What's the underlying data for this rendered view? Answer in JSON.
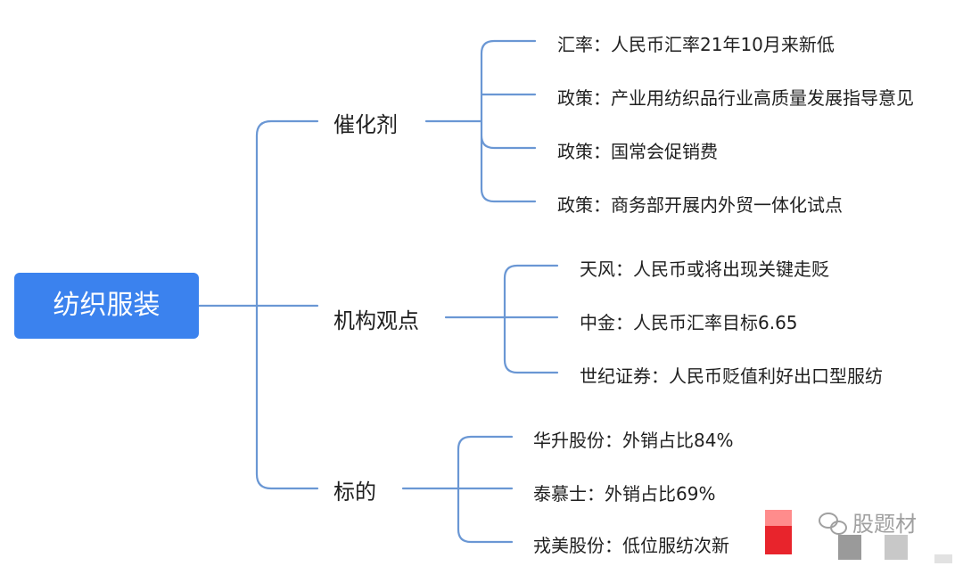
{
  "root": {
    "label": "纺织服装"
  },
  "branches": [
    {
      "label": "催化剂",
      "leaves": [
        "汇率：人民币汇率21年10月来新低",
        "政策：产业用纺织品行业高质量发展指导意见",
        "政策：国常会促销费",
        "政策：商务部开展内外贸一体化试点"
      ]
    },
    {
      "label": "机构观点",
      "leaves": [
        "天风：人民币或将出现关键走贬",
        "中金：人民币汇率目标6.65",
        "世纪证券：人民币贬值利好出口型服纺"
      ]
    },
    {
      "label": "标的",
      "leaves": [
        "华升股份：外销占比84%",
        "泰慕士：外销占比69%",
        "戎美股份：低位服纺次新"
      ]
    }
  ],
  "watermark": {
    "text": "股题材",
    "icon": "wechat-icon"
  },
  "colors": {
    "root_bg": "#3b82ee",
    "line": "#6a97d4",
    "text": "#1f1f1f"
  }
}
